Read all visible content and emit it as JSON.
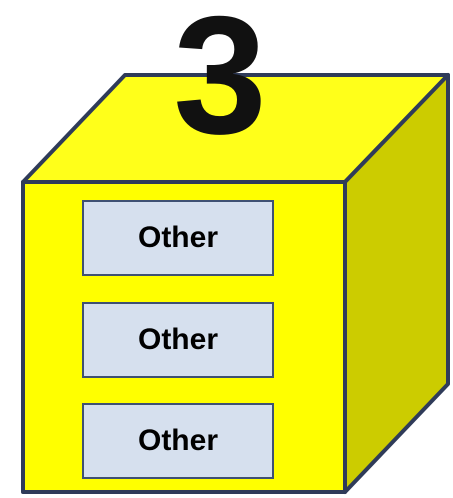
{
  "diagram": {
    "number": "3",
    "items": [
      "Other",
      "Other",
      "Other"
    ],
    "colors": {
      "front_face": "#ffff00",
      "top_face": "#ffff1a",
      "side_face": "#cccc00",
      "edge": "#2f3b59",
      "label_fill": "#d6e0ee",
      "label_border": "#3f5173"
    }
  }
}
